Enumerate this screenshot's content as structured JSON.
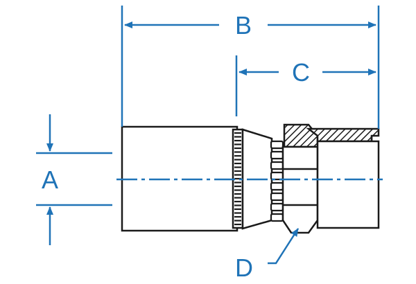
{
  "colors": {
    "dimension": "#1f73b7",
    "outline": "#1a1a1a",
    "hatch": "#1a1a1a",
    "background": "#ffffff"
  },
  "labels": {
    "a": "A",
    "b": "B",
    "c": "C",
    "d": "D"
  }
}
